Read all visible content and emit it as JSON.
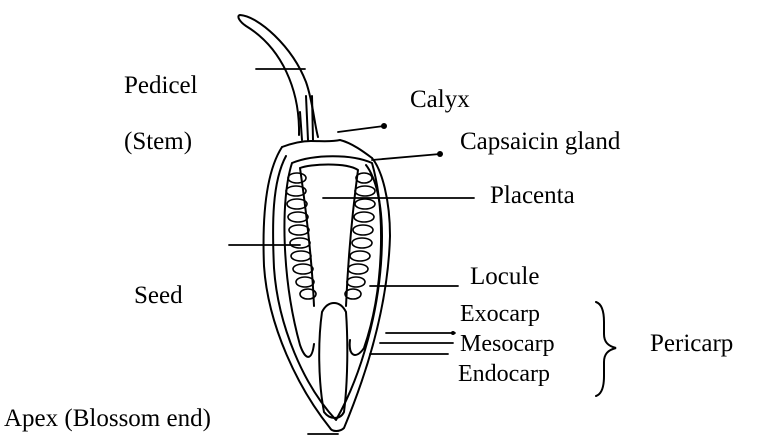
{
  "labels": {
    "pedicel": "Pedicel",
    "stem": "(Stem)",
    "calyx": "Calyx",
    "capsaicin_gland": "Capsaicin gland",
    "placenta": "Placenta",
    "seed": "Seed",
    "locule": "Locule",
    "exocarp": "Exocarp",
    "mesocarp": "Mesocarp",
    "endocarp": "Endocarp",
    "pericarp": "Pericarp",
    "apex": "Apex (Blossom end)"
  }
}
